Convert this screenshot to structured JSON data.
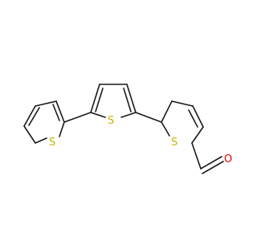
{
  "molecule": {
    "atoms": {
      "s1": "S",
      "s2": "S",
      "s3": "S",
      "o1": "O"
    },
    "colors": {
      "sulfur": "#c8b400",
      "oxygen": "#e00000",
      "bond": "#1a1a1a"
    }
  }
}
